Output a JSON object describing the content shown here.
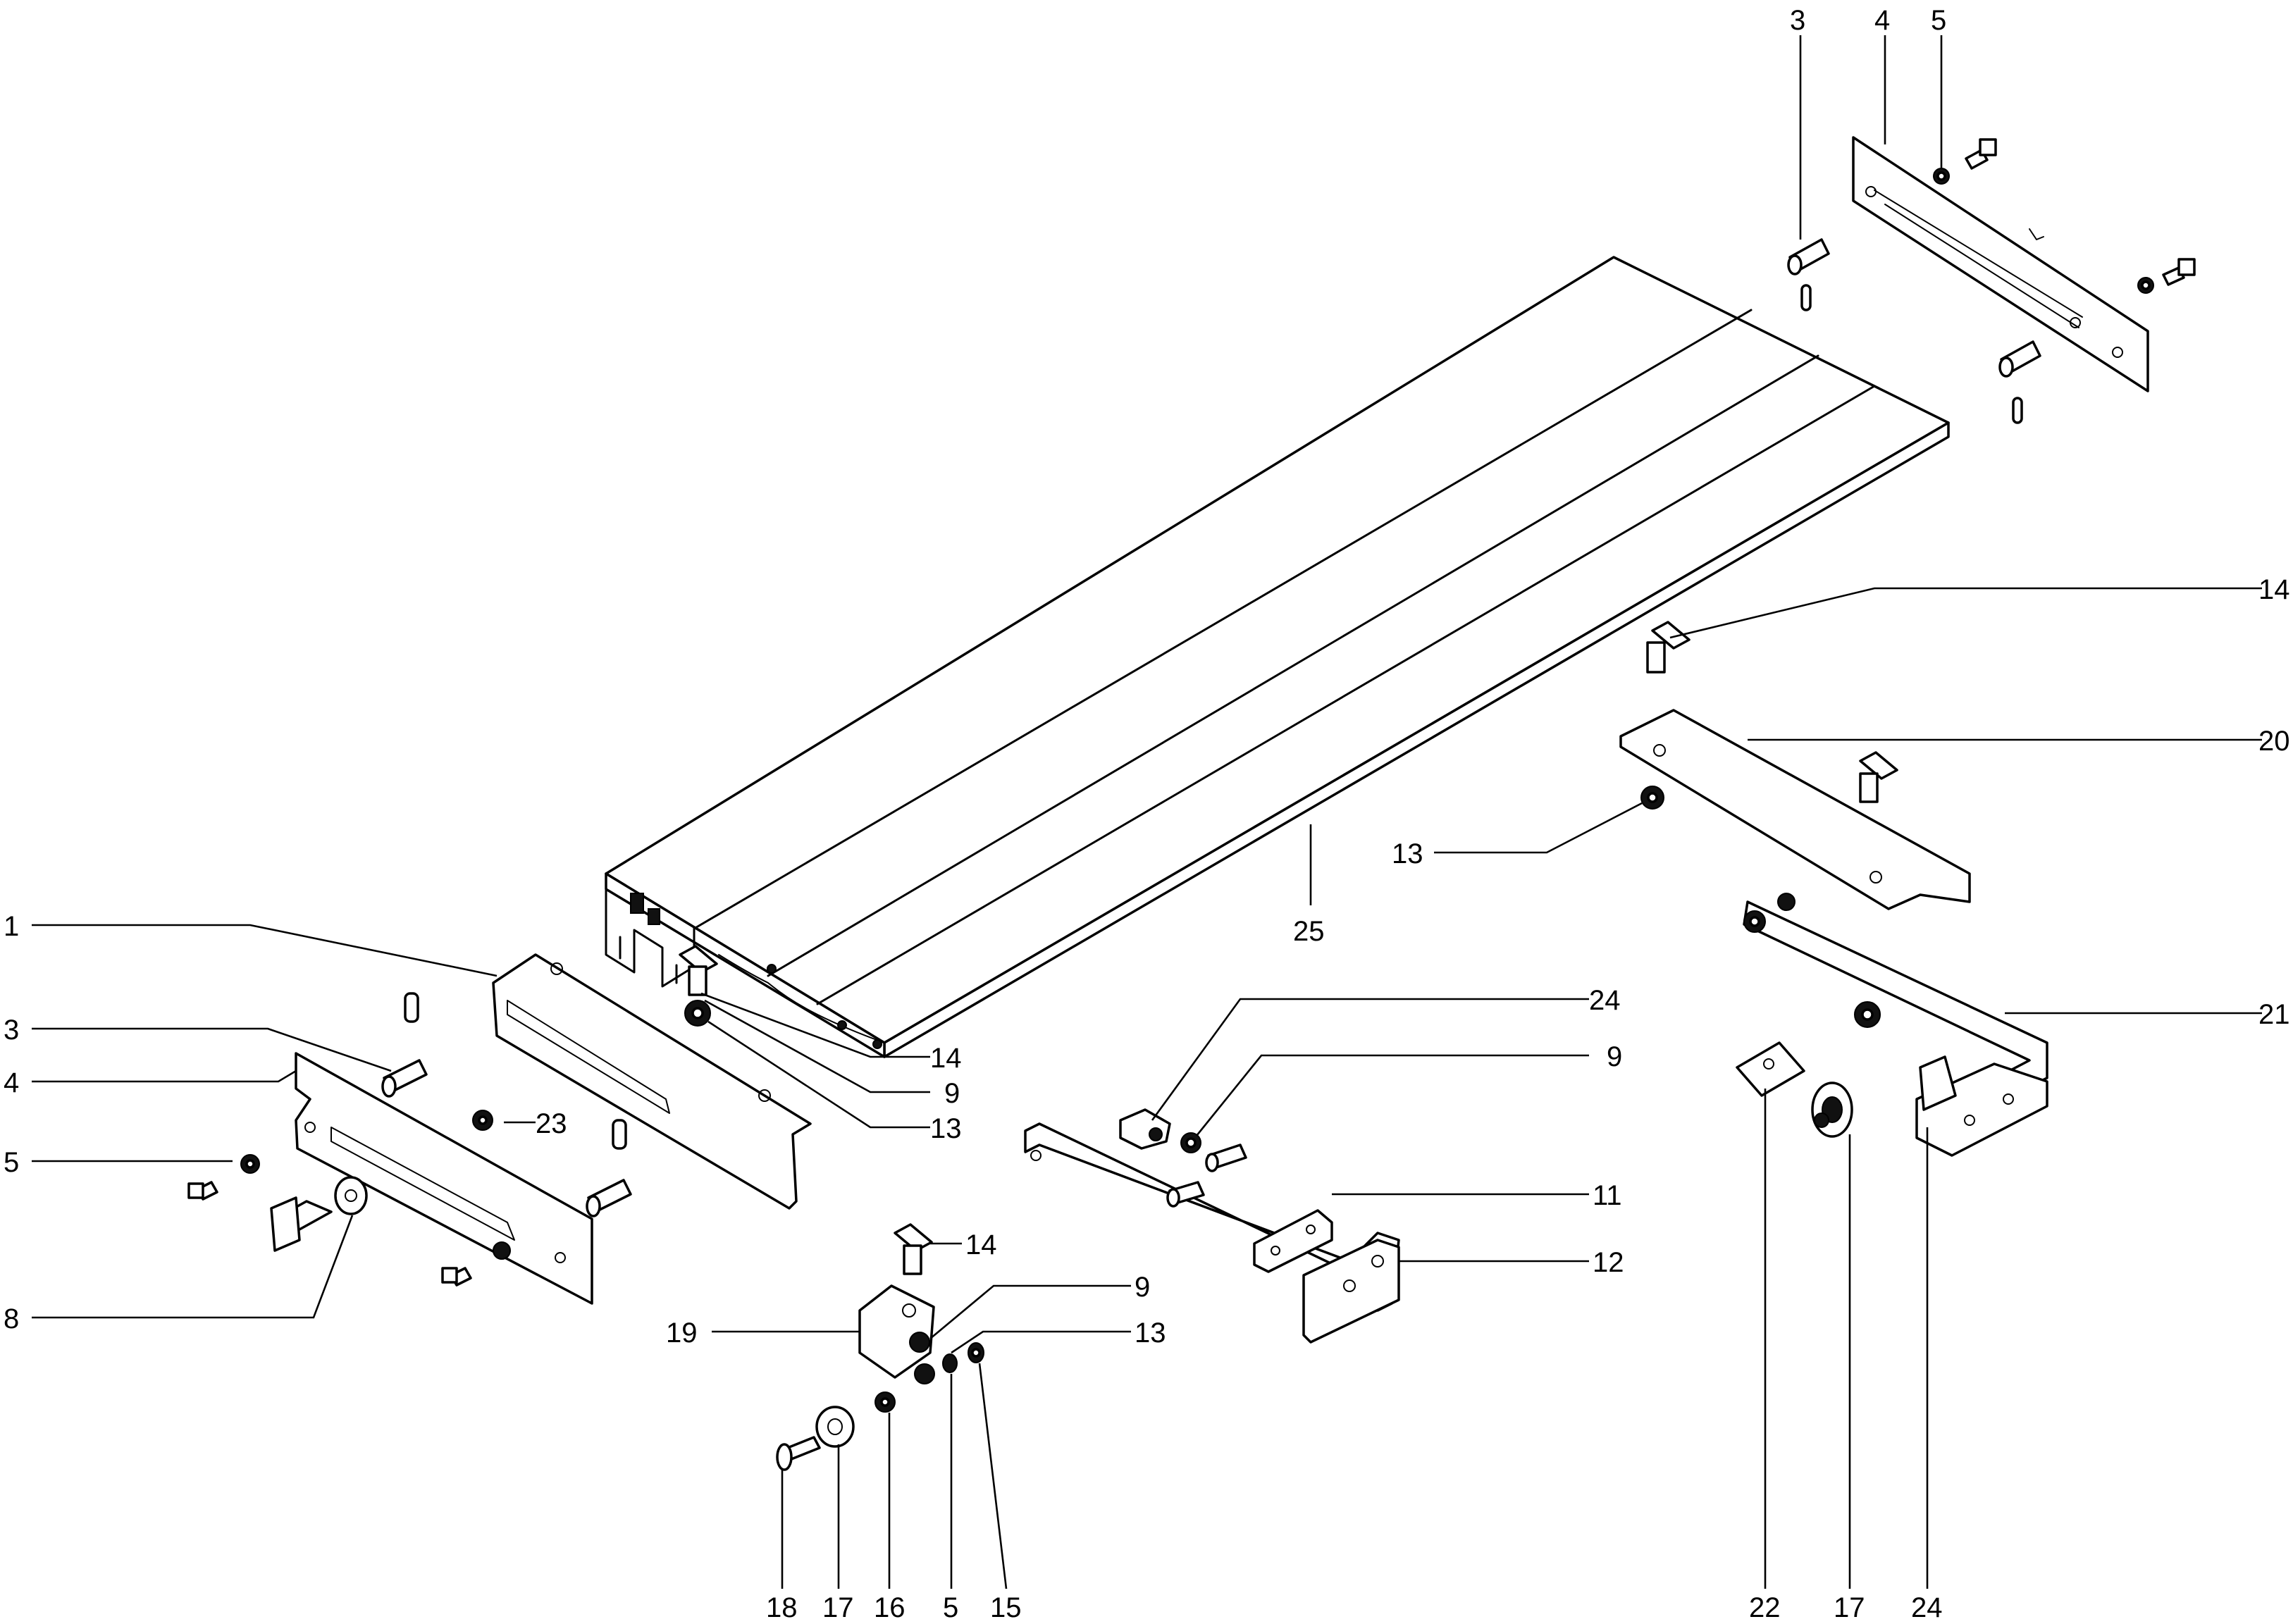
{
  "callouts": [
    {
      "id": "c-3a",
      "text": "3"
    },
    {
      "id": "c-4a",
      "text": "4"
    },
    {
      "id": "c-5a",
      "text": "5"
    },
    {
      "id": "c-14a",
      "text": "14"
    },
    {
      "id": "c-20",
      "text": "20"
    },
    {
      "id": "c-13a",
      "text": "13"
    },
    {
      "id": "c-25",
      "text": "25"
    },
    {
      "id": "c-1",
      "text": "1"
    },
    {
      "id": "c-3b",
      "text": "3"
    },
    {
      "id": "c-4b",
      "text": "4"
    },
    {
      "id": "c-5b",
      "text": "5"
    },
    {
      "id": "c-8",
      "text": "8"
    },
    {
      "id": "c-23",
      "text": "23"
    },
    {
      "id": "c-14b",
      "text": "14"
    },
    {
      "id": "c-9a",
      "text": "9"
    },
    {
      "id": "c-13b",
      "text": "13"
    },
    {
      "id": "c-24a",
      "text": "24"
    },
    {
      "id": "c-9b",
      "text": "9"
    },
    {
      "id": "c-11",
      "text": "11"
    },
    {
      "id": "c-12",
      "text": "12"
    },
    {
      "id": "c-21",
      "text": "21"
    },
    {
      "id": "c-14c",
      "text": "14"
    },
    {
      "id": "c-9c",
      "text": "9"
    },
    {
      "id": "c-19",
      "text": "19"
    },
    {
      "id": "c-13c",
      "text": "13"
    },
    {
      "id": "c-18",
      "text": "18"
    },
    {
      "id": "c-17a",
      "text": "17"
    },
    {
      "id": "c-16",
      "text": "16"
    },
    {
      "id": "c-5c",
      "text": "5"
    },
    {
      "id": "c-15",
      "text": "15"
    },
    {
      "id": "c-22",
      "text": "22"
    },
    {
      "id": "c-17b",
      "text": "17"
    },
    {
      "id": "c-24b",
      "text": "24"
    }
  ]
}
